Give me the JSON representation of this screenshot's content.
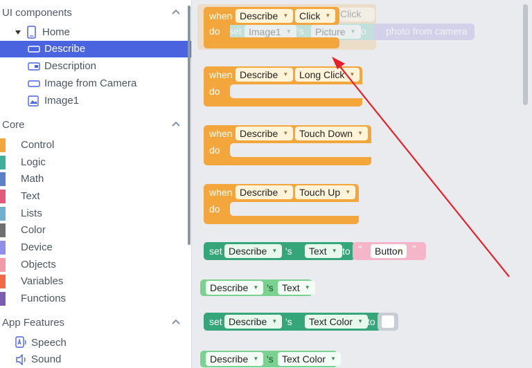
{
  "sidebar": {
    "ui_components": {
      "title": "UI components",
      "tree": [
        {
          "label": "Home",
          "icon": "phone-icon"
        },
        {
          "label": "Describe",
          "icon": "button-icon",
          "selected": true
        },
        {
          "label": "Description",
          "icon": "textbox-icon"
        },
        {
          "label": "Image from Camera",
          "icon": "button-icon"
        },
        {
          "label": "Image1",
          "icon": "image-icon"
        }
      ]
    },
    "core": {
      "title": "Core",
      "categories": [
        {
          "label": "Control",
          "color": "#f3a63c"
        },
        {
          "label": "Logic",
          "color": "#3fae9a"
        },
        {
          "label": "Math",
          "color": "#5b80c8"
        },
        {
          "label": "Text",
          "color": "#e25a7a"
        },
        {
          "label": "Lists",
          "color": "#6fb0d0"
        },
        {
          "label": "Color",
          "color": "#707070"
        },
        {
          "label": "Device",
          "color": "#8f8fe6"
        },
        {
          "label": "Objects",
          "color": "#f19aa8"
        },
        {
          "label": "Variables",
          "color": "#f06a4a"
        },
        {
          "label": "Functions",
          "color": "#7a5cb0"
        }
      ]
    },
    "app_features": {
      "title": "App Features",
      "items": [
        {
          "label": "Speech",
          "icon": "speech-icon"
        },
        {
          "label": "Sound",
          "icon": "sound-icon"
        }
      ]
    }
  },
  "workspace": {
    "ghost_block": {
      "when": "when",
      "component": "Describe",
      "event": "Click",
      "event_right": "Click",
      "do": "do",
      "set": "set",
      "target": "Image1",
      "possessive": "'s",
      "property": "Picture",
      "to": "to",
      "value": "photo from camera"
    },
    "events": [
      {
        "when": "when",
        "component": "Describe",
        "event": "Long Click",
        "do": "do"
      },
      {
        "when": "when",
        "component": "Describe",
        "event": "Touch Down",
        "do": "do"
      },
      {
        "when": "when",
        "component": "Describe",
        "event": "Touch Up",
        "do": "do"
      }
    ],
    "setters": [
      {
        "set": "set",
        "component": "Describe",
        "possessive": "'s",
        "property": "Text",
        "to": "to",
        "value": "Button",
        "value_quote_open": "“",
        "value_quote_close": "”"
      },
      {
        "set": "set",
        "component": "Describe",
        "possessive": "'s",
        "property": "Text Color",
        "to": "to"
      }
    ],
    "getters": [
      {
        "component": "Describe",
        "possessive": "'s",
        "property": "Text"
      },
      {
        "component": "Describe",
        "possessive": "'s",
        "property": "Text Color"
      }
    ]
  },
  "colors": {
    "control": "#f3a63c",
    "component_setter": "#35a57a",
    "component_getter": "#7bd18f",
    "selection": "#4a63df",
    "arrow": "#e8202a"
  }
}
